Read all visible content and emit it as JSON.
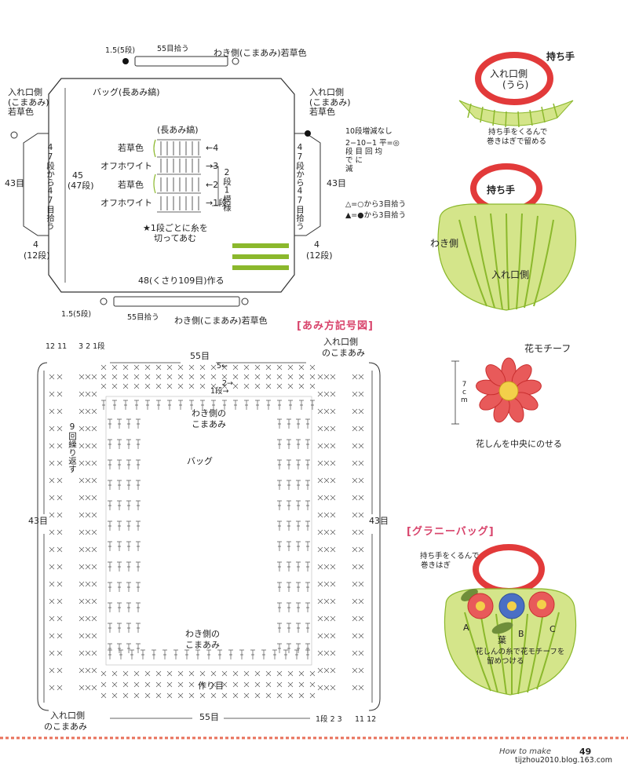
{
  "top_diagram": {
    "top_rows": "1.5(5段)",
    "top_pickup": "55目拾う",
    "top_side": "わき側(こまあみ)若草色",
    "bag_label": "バッグ(長あみ縞)",
    "left_opening": [
      "入れ口側",
      "(こまあみ)",
      "若草色"
    ],
    "right_opening": [
      "入れ口側",
      "(こまあみ)",
      "若草色"
    ],
    "left_count": "43目",
    "right_count": "43目",
    "left_pickup_vertical": "47段から47目拾う",
    "right_pickup_vertical": "47段から47目拾う",
    "height_label": "45",
    "height_rows": "(47段)",
    "stitch_title": "(長あみ縞)",
    "stripe_rows": [
      {
        "color": "若草色",
        "row": "←4"
      },
      {
        "color": "オフホワイト",
        "row": "→3"
      },
      {
        "color": "若草色",
        "row": "←2"
      },
      {
        "color": "オフホワイト",
        "row": "→1段"
      }
    ],
    "pattern_repeat": "2段1模様",
    "cut_note": [
      "★1段ごとに糸を",
      "切ってあむ"
    ],
    "no_decrease": "10段増減なし",
    "decrease_calc": [
      "2−10−1",
      "段 目 回",
      "平=◎",
      "均",
      "に",
      "減"
    ],
    "decrease_calc_note": [
      "2−10−1 平=◎",
      "段 目 回 均",
      "で  に",
      "  減"
    ],
    "pickup_note_1": "△=○から3目拾う",
    "pickup_note_2": "▲=●から3目拾う",
    "left_width": "4",
    "left_width_rows": "(12段)",
    "right_width": "4",
    "right_width_rows": "(12段)",
    "base_chain": "48(くさり109目)作る",
    "bottom_rows": "1.5(5段)",
    "bottom_pickup": "55目拾う",
    "bottom_side": "わき側(こまあみ)若草色"
  },
  "chart_section": {
    "title": "[あみ方記号図]",
    "top_left_numbers": "12 11",
    "top_left_numbers2": "3 2 1段",
    "top_count": "55目",
    "opening_right": [
      "入れ口側",
      "のこまあみ"
    ],
    "row5": "5←",
    "row2": "2→",
    "row1": "1段→",
    "side_label": [
      "わき側の",
      "こまあみ"
    ],
    "repeat_label": "9回繰り返す",
    "bag_label": "バッグ",
    "left_count": "43目",
    "right_count": "43目",
    "side_label_bottom": [
      "わき側の",
      "こまあみ"
    ],
    "foundation": "作り目",
    "bottom_count": "55目",
    "opening_left": [
      "入れ口側",
      "のこまあみ"
    ],
    "bottom_right_rows": "1段 2 3",
    "bottom_right_rows2": "11 12"
  },
  "right_panel": {
    "handle_label": "持ち手",
    "opening_back": [
      "入れ口側",
      "(うら)"
    ],
    "wrap_note": [
      "持ち手をくるんで",
      "巻きはぎで留める"
    ],
    "handle_label2": "持ち手",
    "side_label": "わき側",
    "opening_label": "入れ口側",
    "flower_motif": "花モチーフ",
    "flower_size": "7cm",
    "flower_note": "花しんを中央にのせる",
    "granny_title": "[グラニーバッグ]",
    "granny_wrap": [
      "持ち手をくるんで",
      "巻きはぎ"
    ],
    "granny_labels": [
      "A",
      "B",
      "C"
    ],
    "leaf_label": "葉",
    "granny_note": [
      "花しんの糸で花モチーフを",
      "留めつける"
    ]
  },
  "footer": {
    "howto": "How to make",
    "page": "49",
    "source": "tijzhou2010.blog.163.com"
  },
  "colors": {
    "green": "#8bb82c",
    "red": "#e23a3a",
    "pink": "#d8436b",
    "light_green": "#d4e58a",
    "blue": "#4a6fc4"
  }
}
